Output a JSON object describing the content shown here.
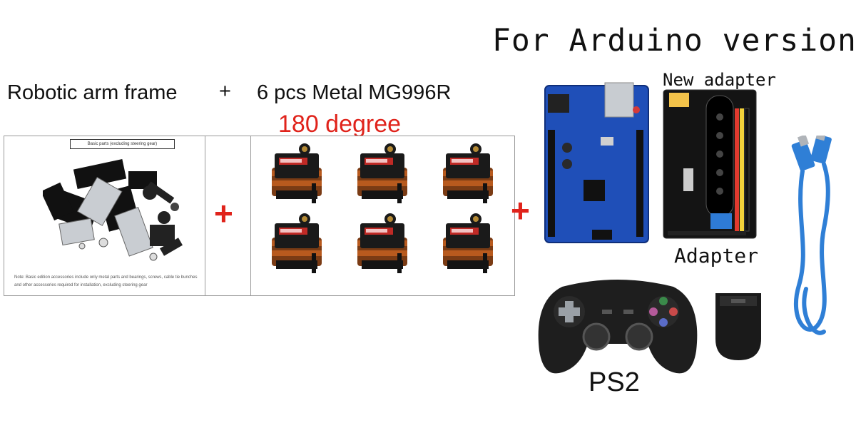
{
  "title": "For Arduino version",
  "left_labels": {
    "frame": "Robotic arm frame",
    "plus": "+",
    "servos": "6 pcs Metal MG996R",
    "degree": "180 degree"
  },
  "frame_panel": {
    "caption": "Basic parts (excluding steering gear)",
    "note": "Note: Basic edition accessories include only metal parts and bearings, screws, cable tie bunches and other accessories required for installation, excluding steering gear"
  },
  "plus_signs": [
    "+",
    "+"
  ],
  "servo_count": 6,
  "right_labels": {
    "new_adapter": "New adapter",
    "adapter": "Adapter",
    "ps2": "PS2"
  },
  "colors": {
    "accent_red": "#e0231b",
    "board_blue": "#1f4fb8",
    "cable_blue": "#2f7fd6"
  }
}
